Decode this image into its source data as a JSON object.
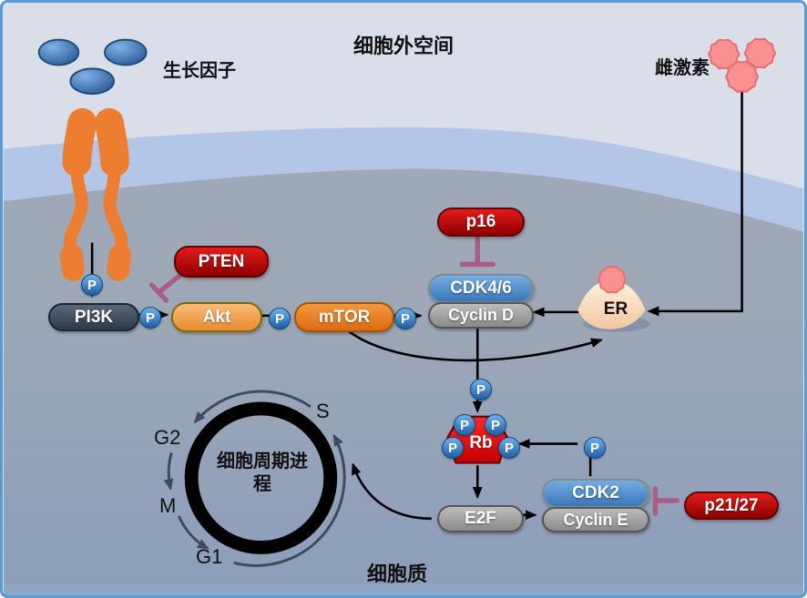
{
  "regions": {
    "extracellular_label": "细胞外空间",
    "cytoplasm_label": "细胞质"
  },
  "ligands": {
    "growth_factor_label": "生长因子",
    "estrogen_label": "雌激素"
  },
  "nodes": {
    "pi3k": "PI3K",
    "akt": "Akt",
    "mtor": "mTOR",
    "pten": "PTEN",
    "p16": "p16",
    "cdk4_6": "CDK4/6",
    "cyclin_d": "Cyclin D",
    "er": "ER",
    "rb": "Rb",
    "e2f": "E2F",
    "cdk2": "CDK2",
    "cyclin_e": "Cyclin E",
    "p21_27": "p21/27"
  },
  "badge": {
    "p": "P"
  },
  "cell_cycle": {
    "center_label": "细胞周期进程",
    "phases": [
      {
        "label": "S"
      },
      {
        "label": "G2"
      },
      {
        "label": "M"
      },
      {
        "label": "G1"
      }
    ]
  },
  "colors": {
    "frame_border": "#5B9BD5",
    "extracellular_bg": "#D9DEE8",
    "membrane_band": "#B4C6E7",
    "cytoplasm_top": "#9EA8B6",
    "cytoplasm_bottom": "#8C9EBB",
    "inhibitor_red": "#C00000",
    "kinase_blue": "#3877B8",
    "cyclin_gray": "#9E9E9E",
    "receptor_orange": "#ED7D31",
    "growth_factor_blue": "#2F5D9E",
    "estrogen_pink": "#FA9191",
    "inhibition_bar_plum": "#A65E84",
    "phospho_badge_blue": "#2E75B6",
    "rb_red": "#E00000",
    "er_cream": "#F6D9B2",
    "cycle_arrow_slate": "#3F4A5A"
  }
}
